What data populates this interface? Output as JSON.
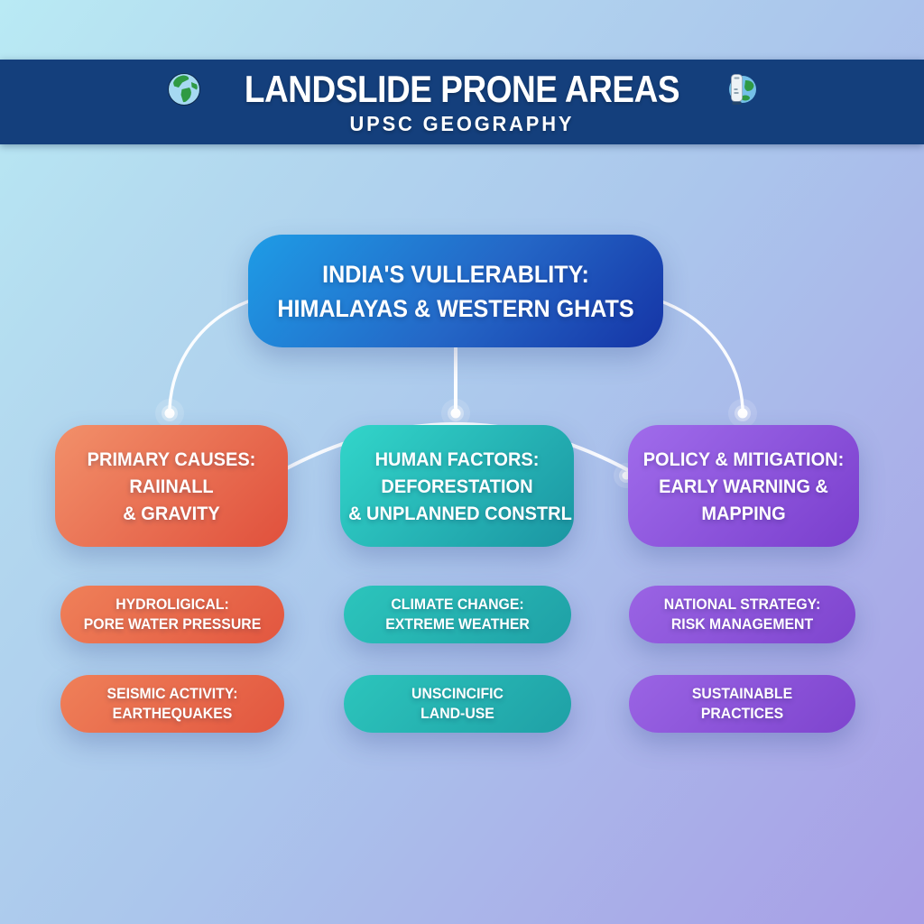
{
  "header": {
    "title": "LANDSLIDE PRONE AREAS",
    "subtitle": "UPSC GEOGRAPHY",
    "left_icon": "globe-icon",
    "right_icon": "globe-device-icon",
    "bg_color": "#143f7c",
    "text_color": "#ffffff"
  },
  "root_node": {
    "line1": "INDIA'S VULLERABLITY:",
    "line2": "HIMALAYAS & WESTERN GHATS",
    "gradient": [
      "#1e9ce6",
      "#1534a6"
    ]
  },
  "branches": [
    {
      "title_lines": [
        "PRIMARY CAUSES:",
        "RAIINALL",
        "& GRAVITY"
      ],
      "gradient": [
        "#f2906a",
        "#e0503c"
      ],
      "children": [
        {
          "line1": "HYDROLIGICAL:",
          "line2": "PORE WATER PRESSURE"
        },
        {
          "line1": "SEISMIC ACTIVITY:",
          "line2": "EARTHEQUAKES"
        }
      ]
    },
    {
      "title_lines": [
        "HUMAN FACTORS:",
        "DEFORESTATION",
        "& UNPLANNED CONSTRL"
      ],
      "gradient": [
        "#32d6ca",
        "#1b95a2"
      ],
      "children": [
        {
          "line1": "CLIMATE CHANGE:",
          "line2": "EXTREME WEATHER"
        },
        {
          "line1": "UNSCINCIFIC",
          "line2": "LAND-USE"
        }
      ]
    },
    {
      "title_lines": [
        "POLICY & MITIGATION:",
        "EARLY WARNING &",
        "MAPPING"
      ],
      "gradient": [
        "#a06ceb",
        "#7a3ecd"
      ],
      "children": [
        {
          "line1": "NATIONAL STRATEGY:",
          "line2": "RISK MANAGEMENT"
        },
        {
          "line1": "SUSTAINABLE",
          "line2": "PRACTICES"
        }
      ]
    }
  ],
  "connectors": {
    "color": "#ffffff"
  },
  "background": {
    "gradient": [
      "#b9eaf4",
      "#abc6ec",
      "#a89de6"
    ]
  }
}
